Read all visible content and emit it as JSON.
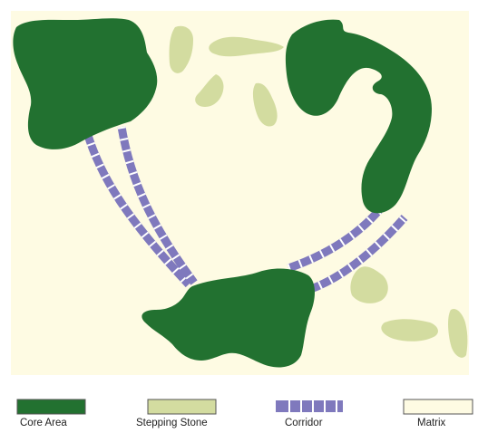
{
  "colors": {
    "matrix_bg": "#fefbe3",
    "core_area": "#227130",
    "stepping_stone": "#d3dca0",
    "corridor": "#7f79bd",
    "corridor_stripe": "#ffffff",
    "legend_border": "#555555"
  },
  "legend": [
    {
      "key": "core_area",
      "label": "Core Area"
    },
    {
      "key": "stepping_stone",
      "label": "Stepping Stone"
    },
    {
      "key": "corridor",
      "label": "Corridor"
    },
    {
      "key": "matrix",
      "label": "Matrix"
    }
  ]
}
